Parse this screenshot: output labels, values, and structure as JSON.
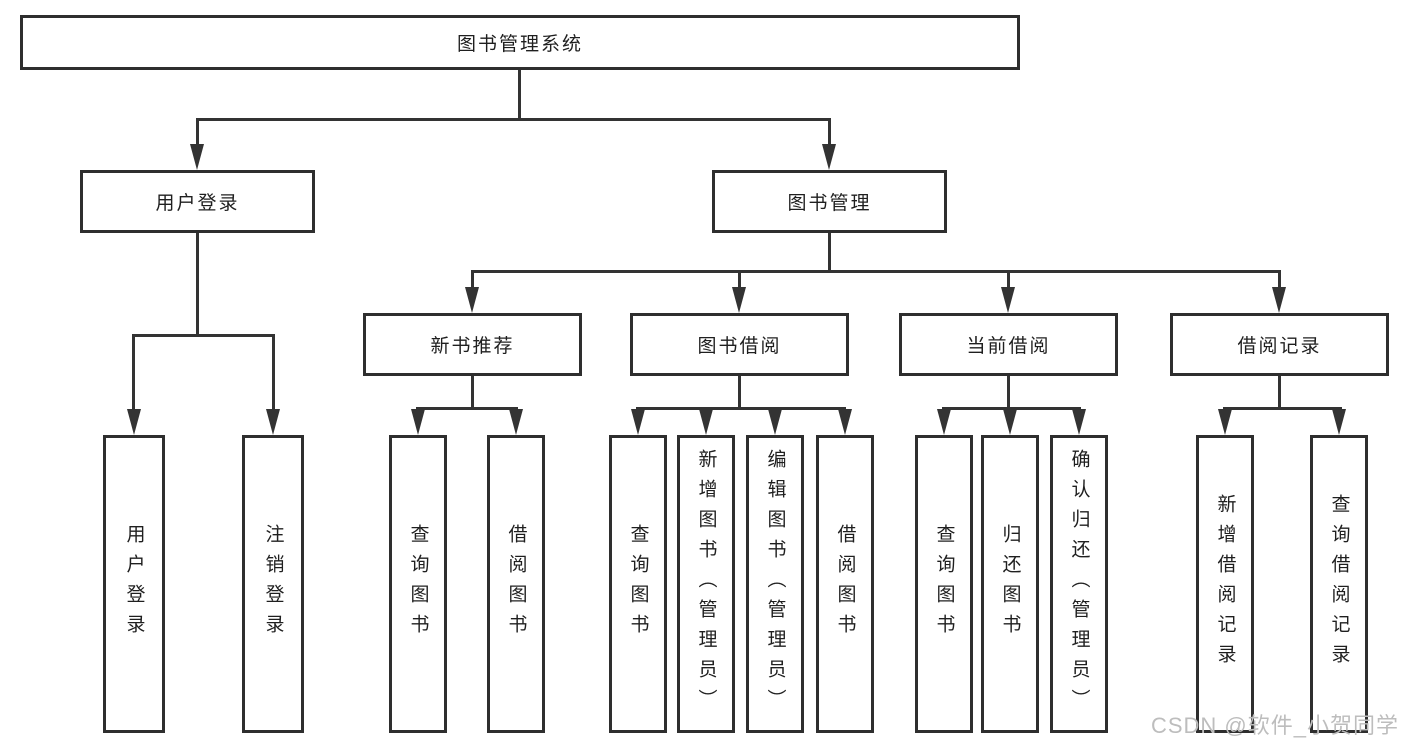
{
  "diagram_type": "hierarchy-tree",
  "tree": {
    "root": {
      "label": "图书管理系统",
      "children": [
        {
          "label": "用户登录",
          "children": [
            {
              "label": "用户登录"
            },
            {
              "label": "注销登录"
            }
          ]
        },
        {
          "label": "图书管理",
          "children": [
            {
              "label": "新书推荐",
              "children": [
                {
                  "label": "查询图书"
                },
                {
                  "label": "借阅图书"
                }
              ]
            },
            {
              "label": "图书借阅",
              "children": [
                {
                  "label": "查询图书"
                },
                {
                  "label": "新增图书（管理员）"
                },
                {
                  "label": "编辑图书（管理员）"
                },
                {
                  "label": "借阅图书"
                }
              ]
            },
            {
              "label": "当前借阅",
              "children": [
                {
                  "label": "查询图书"
                },
                {
                  "label": "归还图书"
                },
                {
                  "label": "确认归还（管理员）"
                }
              ]
            },
            {
              "label": "借阅记录",
              "children": [
                {
                  "label": "新增借阅记录"
                },
                {
                  "label": "查询借阅记录"
                }
              ]
            }
          ]
        }
      ]
    }
  },
  "watermark": {
    "text": "CSDN @软件_小贺同学"
  },
  "colors": {
    "line": "#333333",
    "box_border": "#2e2e2e",
    "text": "#1f1f1f",
    "watermark": "#bdbdbd",
    "background": "#ffffff"
  }
}
